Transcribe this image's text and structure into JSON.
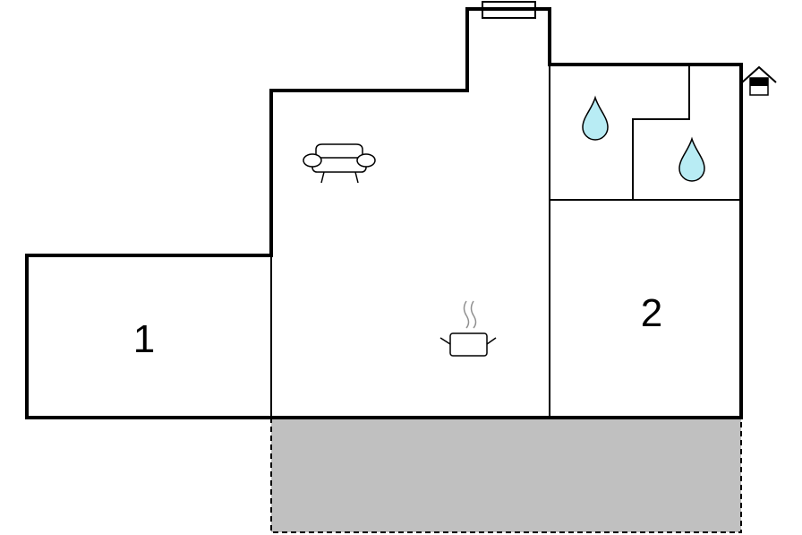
{
  "rooms": [
    {
      "id": "room-1",
      "label": "1"
    },
    {
      "id": "room-2",
      "label": "2"
    }
  ],
  "icons": [
    {
      "id": "sofa",
      "name": "sofa-icon"
    },
    {
      "id": "kitchen",
      "name": "cooking-pot-icon"
    },
    {
      "id": "bath-1",
      "name": "water-drop-icon"
    },
    {
      "id": "bath-2",
      "name": "water-drop-icon"
    },
    {
      "id": "entrance",
      "name": "entrance-house-icon"
    }
  ],
  "colors": {
    "wall": "#000000",
    "terrace": "#c0c0c0",
    "water": "#b8ecf4"
  }
}
